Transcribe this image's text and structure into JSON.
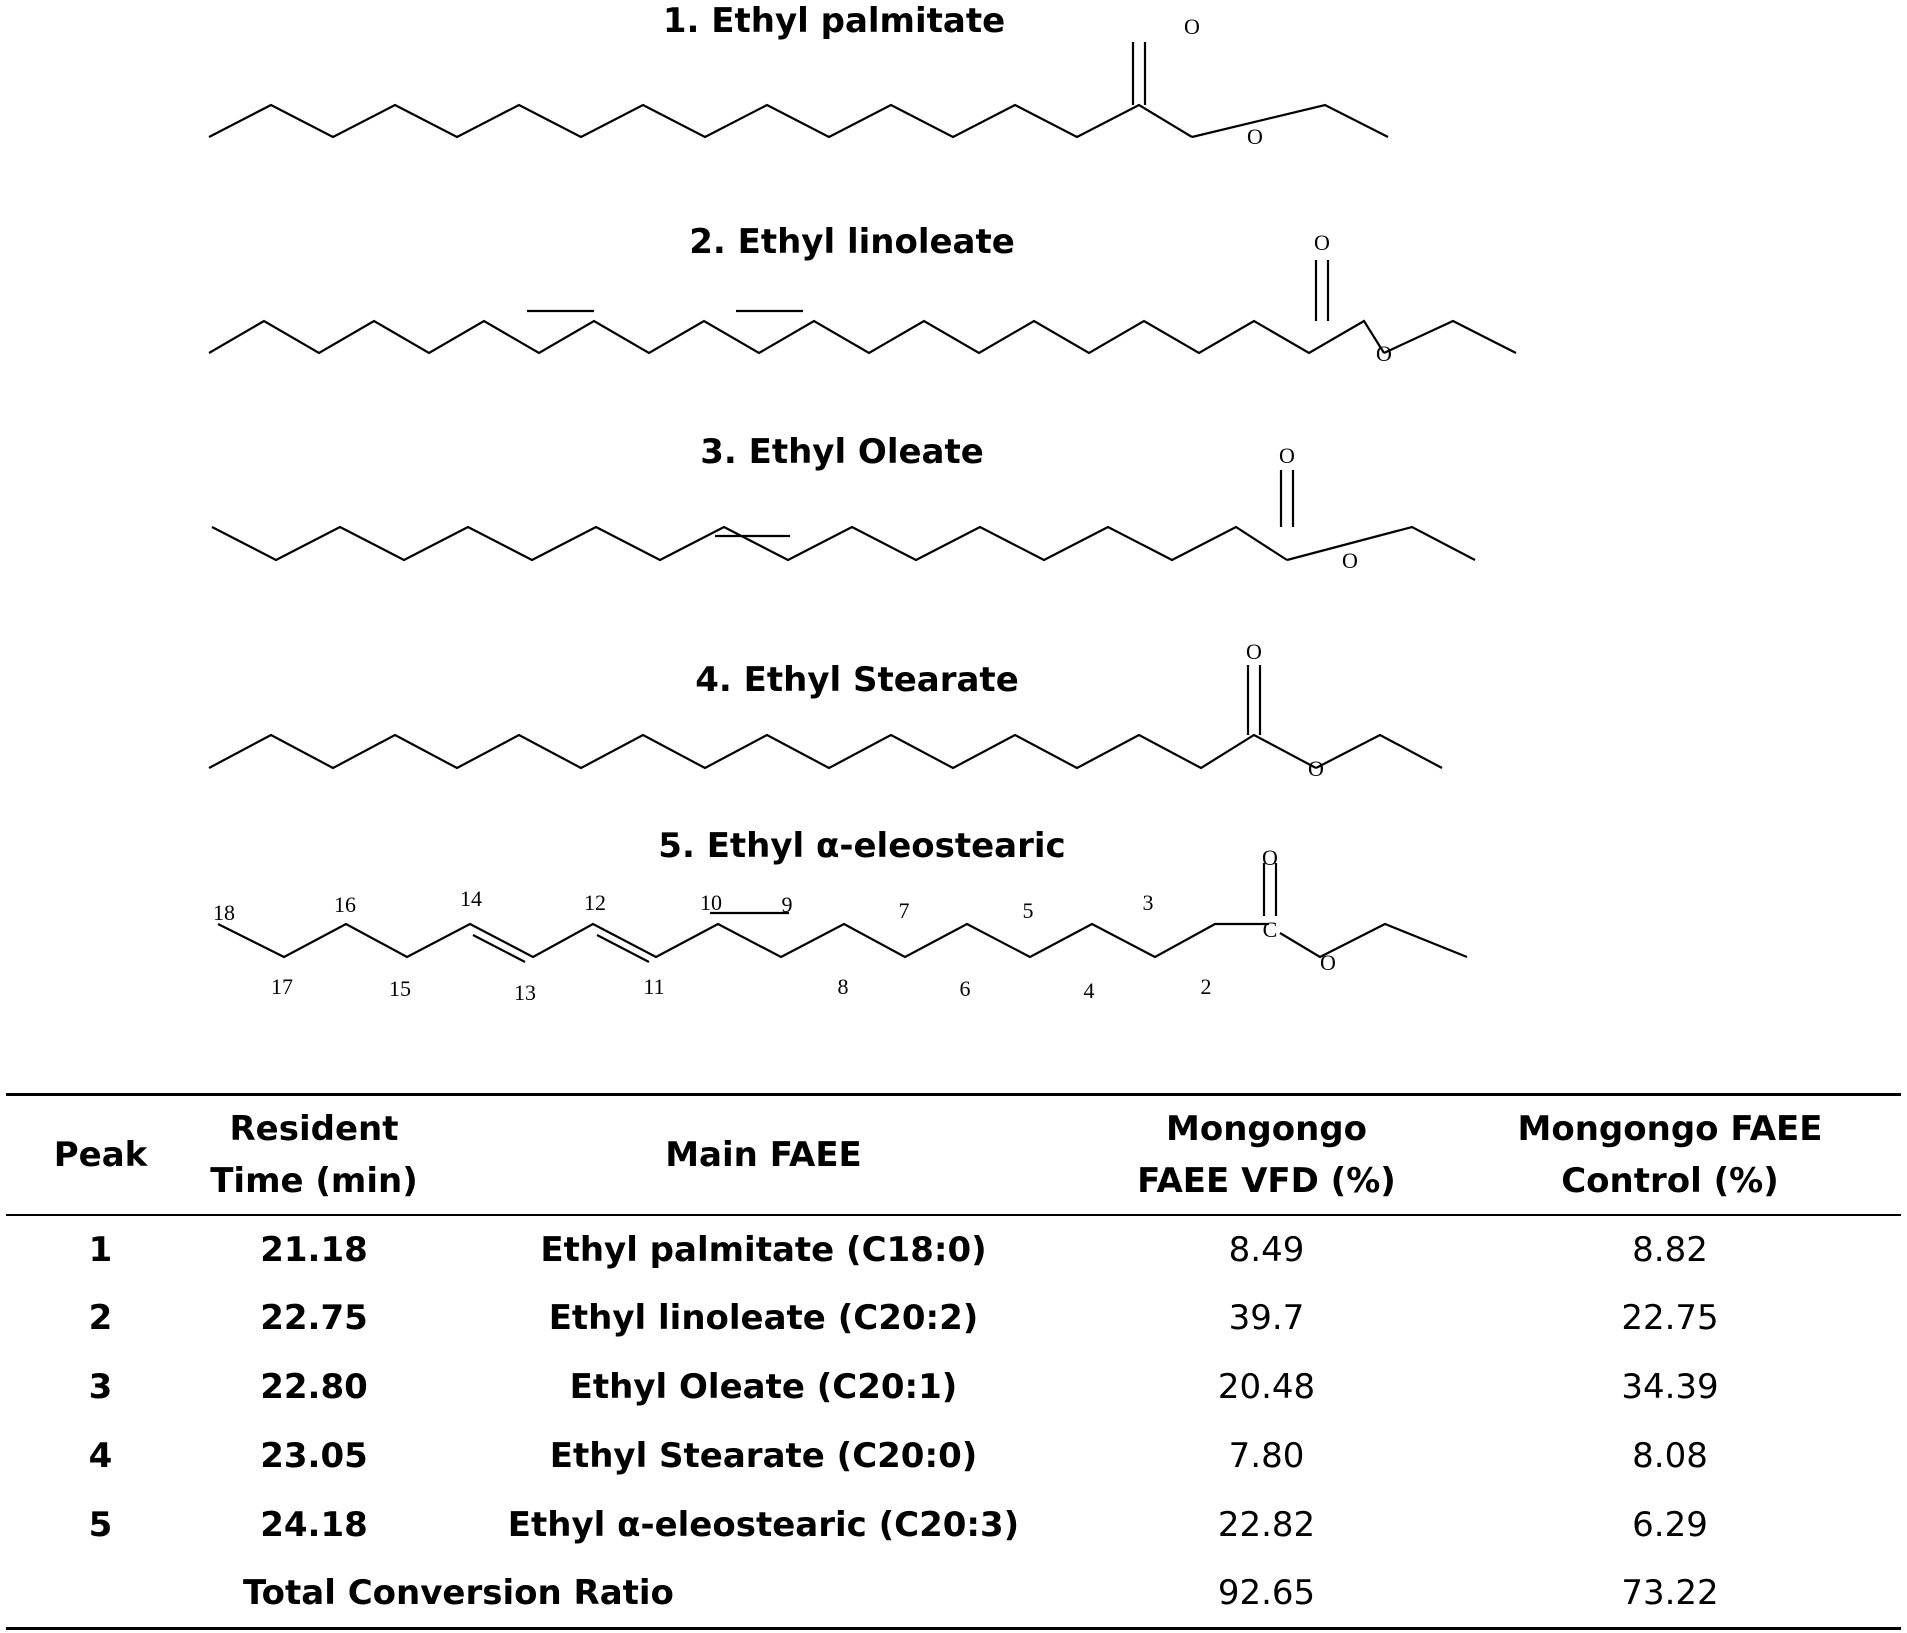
{
  "structures": [
    {
      "title": "1. Ethyl palmitate",
      "o_carbonyl": "O",
      "o_ester": "O"
    },
    {
      "title": "2. Ethyl linoleate",
      "o_carbonyl": "O",
      "o_ester": "O"
    },
    {
      "title": "3. Ethyl Oleate",
      "o_carbonyl": "O",
      "o_ester": "O"
    },
    {
      "title": "4. Ethyl Stearate",
      "o_carbonyl": "O",
      "o_ester": "O"
    },
    {
      "title": "5. Ethyl α-eleostearic",
      "o_carbonyl": "O",
      "o_ester": "O",
      "carbon_label": "C",
      "carbon_numbers": [
        "18",
        "17",
        "16",
        "15",
        "14",
        "13",
        "12",
        "11",
        "10",
        "9",
        "8",
        "7",
        "6",
        "5",
        "4",
        "3",
        "2"
      ]
    }
  ],
  "table": {
    "headers": {
      "peak": "Peak",
      "time_1": "Resident",
      "time_2": "Time (min)",
      "main": "Main FAEE",
      "vfd_1": "Mongongo",
      "vfd_2": "FAEE VFD (%)",
      "control_1": "Mongongo FAEE",
      "control_2": "Control (%)"
    },
    "rows": [
      {
        "peak": "1",
        "time": "21.18",
        "faee": "Ethyl palmitate (C18:0)",
        "vfd": "8.49",
        "control": "8.82"
      },
      {
        "peak": "2",
        "time": "22.75",
        "faee": "Ethyl linoleate (C20:2)",
        "vfd": "39.7",
        "control": "22.75"
      },
      {
        "peak": "3",
        "time": "22.80",
        "faee": "Ethyl Oleate (C20:1)",
        "vfd": "20.48",
        "control": "34.39"
      },
      {
        "peak": "4",
        "time": "23.05",
        "faee": "Ethyl Stearate (C20:0)",
        "vfd": "7.80",
        "control": "8.08"
      },
      {
        "peak": "5",
        "time": "24.18",
        "faee": "Ethyl α-eleostearic  (C20:3)",
        "vfd": "22.82",
        "control": "6.29"
      }
    ],
    "total": {
      "label": "Total Conversion Ratio",
      "vfd": "92.65",
      "control": "73.22"
    }
  }
}
